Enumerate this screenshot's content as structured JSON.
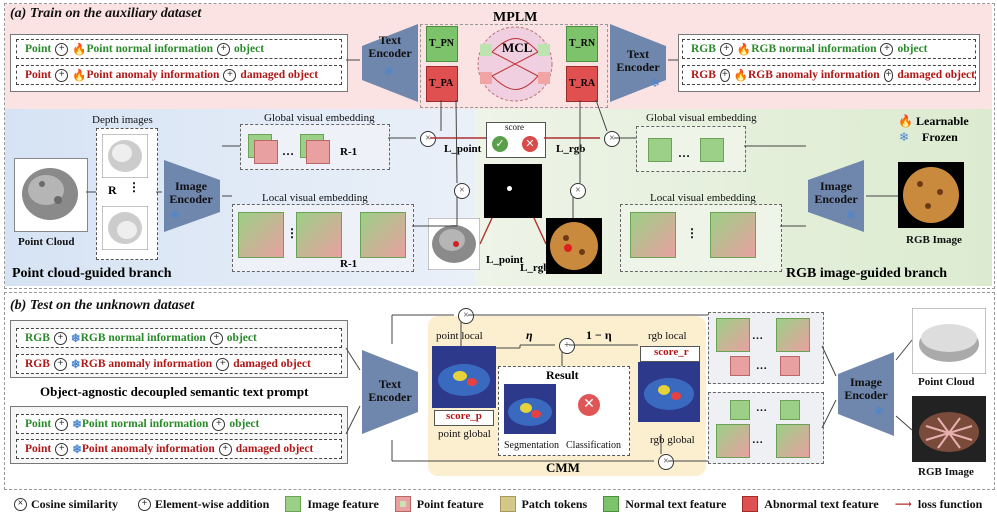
{
  "part_a": {
    "title": "(a)  Train on the auxiliary dataset",
    "mplm": "MPLM",
    "mcl": "MCL",
    "t_pn": "T_PN",
    "t_pa": "T_PA",
    "t_rn": "T_RN",
    "t_ra": "T_RA",
    "text_encoder_left": "Text Encoder",
    "text_encoder_right": "Text Encoder",
    "prompts_left": [
      {
        "prefix": "Point",
        "middle": "Point normal information",
        "suffix": "object",
        "kind": "normal"
      },
      {
        "prefix": "Point",
        "middle": "Point anomaly information",
        "suffix": "damaged object",
        "kind": "anomaly"
      }
    ],
    "prompts_right": [
      {
        "prefix": "RGB",
        "middle": "RGB normal information",
        "suffix": "object",
        "kind": "normal"
      },
      {
        "prefix": "RGB",
        "middle": "RGB anomaly information",
        "suffix": "damaged object",
        "kind": "anomaly"
      }
    ],
    "depth_images": "Depth images",
    "r": "R",
    "point_cloud": "Point Cloud",
    "image_encoder_left": "Image Encoder",
    "image_encoder_right": "Image Encoder",
    "global_visual_embedding": "Global visual embedding",
    "local_visual_embedding": "Local visual embedding",
    "r_inv": "R-1",
    "score": "score",
    "l_point": "L_point",
    "l_rgb": "L_rgb",
    "rgb_image": "RGB Image",
    "learnable": "Learnable",
    "frozen": "Frozen",
    "point_branch": "Point cloud-guided branch",
    "rgb_branch": "RGB image-guided branch"
  },
  "part_b": {
    "title": "(b)  Test on the unknown dataset",
    "prompts_rgb": [
      {
        "prefix": "RGB",
        "middle": "RGB normal information",
        "suffix": "object",
        "kind": "normal"
      },
      {
        "prefix": "RGB",
        "middle": "RGB anomaly information",
        "suffix": "damaged object",
        "kind": "anomaly"
      }
    ],
    "prompts_point": [
      {
        "prefix": "Point",
        "middle": "Point normal information",
        "suffix": "object",
        "kind": "normal"
      },
      {
        "prefix": "Point",
        "middle": "Point anomaly information",
        "suffix": "damaged object",
        "kind": "anomaly"
      }
    ],
    "prompt_caption": "Object-agnostic decoupled semantic text prompt",
    "text_encoder": "Text Encoder",
    "point_local": "point local",
    "rgb_local": "rgb local",
    "eta": "η",
    "one_minus_eta": "1 − η",
    "result": "Result",
    "score_p": "score_p",
    "score_r": "score_r",
    "point_global": "point global",
    "rgb_global": "rgb global",
    "segmentation": "Segmentation",
    "classification": "Classification",
    "cmm": "CMM",
    "image_encoder": "Image Encoder",
    "point_cloud": "Point Cloud",
    "rgb_image": "RGB Image"
  },
  "legend": [
    {
      "symbol": "cosine",
      "label": "Cosine similarity"
    },
    {
      "symbol": "add",
      "label": "Element-wise addition"
    },
    {
      "symbol": "image-feature",
      "label": "Image feature"
    },
    {
      "symbol": "point-feature",
      "label": "Point feature"
    },
    {
      "symbol": "patch-tokens",
      "label": "Patch tokens"
    },
    {
      "symbol": "normal-text",
      "label": "Normal text feature"
    },
    {
      "symbol": "abnormal-text",
      "label": "Abnormal text feature"
    },
    {
      "symbol": "loss",
      "label": "loss function"
    }
  ],
  "colors": {
    "green_text": "#2a8a2a",
    "red_text": "#b01717",
    "top_bg": "#fbe0e0",
    "point_bg": "#dbe6f5",
    "rgb_bg": "#e3efd9",
    "cmm_bg": "#fbefcf",
    "encoder": "#6f86ad",
    "loss_arrow": "#b03030"
  }
}
